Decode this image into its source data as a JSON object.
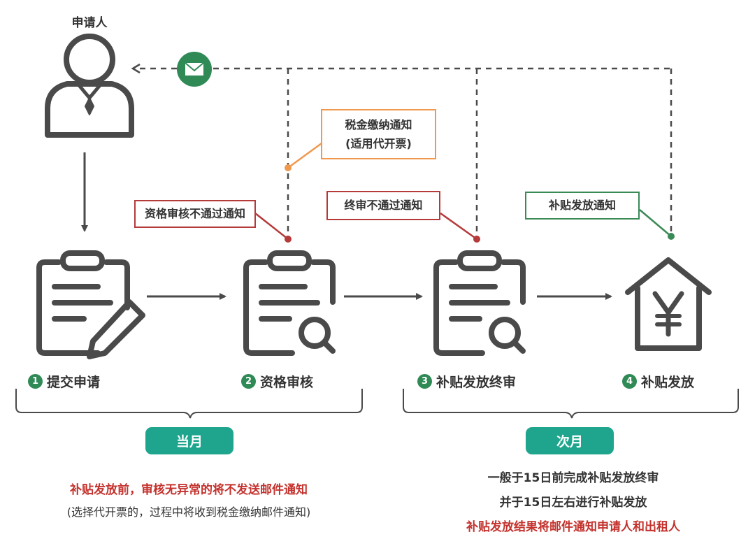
{
  "applicant_label": "申请人",
  "callouts": {
    "tax_notice_line1": "税金缴纳通知",
    "tax_notice_line2": "(适用代开票)",
    "qualification_fail": "资格审核不通过通知",
    "final_fail": "终审不通过通知",
    "subsidy_notice": "补贴发放通知"
  },
  "steps": [
    {
      "num": "1",
      "label": "提交申请"
    },
    {
      "num": "2",
      "label": "资格审核"
    },
    {
      "num": "3",
      "label": "补贴发放终审"
    },
    {
      "num": "4",
      "label": "补贴发放"
    }
  ],
  "periods": {
    "current": "当月",
    "next": "次月"
  },
  "notes_left": {
    "line1": "补贴发放前，审核无异常的将不发送邮件通知",
    "line2": "(选择代开票的，过程中将收到税金缴纳邮件通知)"
  },
  "notes_right": {
    "line1": "一般于15日前完成补贴发放终审",
    "line2": "并于15日左右进行补贴发放",
    "line3": "补贴发放结果将邮件通知申请人和出租人"
  },
  "icons": {
    "person": "person-icon",
    "mail": "mail-icon",
    "clipboard_edit": "clipboard-pencil-icon",
    "clipboard_search": "clipboard-search-icon",
    "house_yen": "house-yen-icon"
  },
  "colors": {
    "red": "#b53a3a",
    "orange": "#f0984d",
    "green": "#3a8a57",
    "teal": "#1fa58d",
    "icon_gray": "#4a4a4a"
  }
}
